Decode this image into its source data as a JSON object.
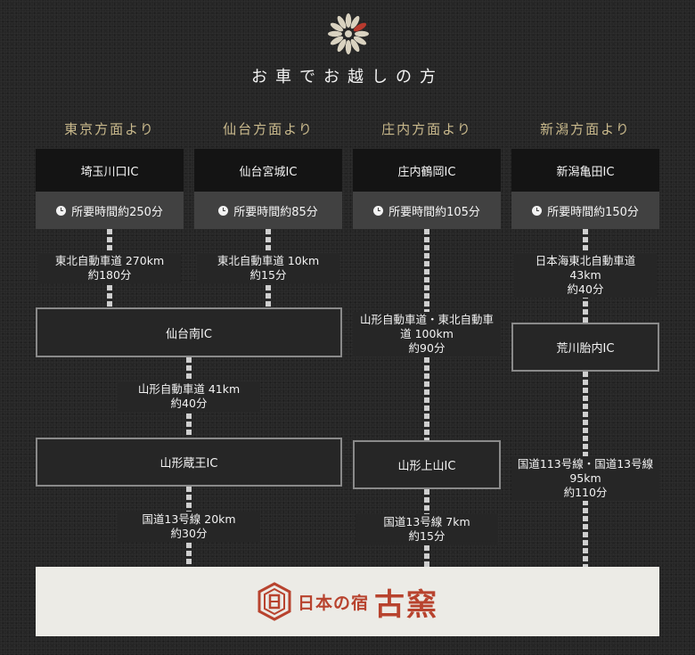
{
  "title": "お車でお越しの方",
  "regions": [
    {
      "label": "東京方面より",
      "ic": "埼玉川口IC",
      "time": "所要時間約250分"
    },
    {
      "label": "仙台方面より",
      "ic": "仙台宮城IC",
      "time": "所要時間約85分"
    },
    {
      "label": "庄内方面より",
      "ic": "庄内鶴岡IC",
      "time": "所要時間約105分"
    },
    {
      "label": "新潟方面より",
      "ic": "新潟亀田IC",
      "time": "所要時間約150分"
    }
  ],
  "junctions": {
    "sendai_minami": "仙台南IC",
    "yamagata_zao": "山形蔵王IC",
    "yamagata_kaminoyama": "山形上山IC",
    "arakawa_tainai": "荒川胎内IC"
  },
  "segments": {
    "tokyo_1": {
      "line1": "東北自動車道 270km",
      "line2": "約180分"
    },
    "sendai_1": {
      "line1": "東北自動車道 10km",
      "line2": "約15分"
    },
    "sm_zao": {
      "line1": "山形自動車道 41km",
      "line2": "約40分"
    },
    "zao_dest": {
      "line1": "国道13号線 20km",
      "line2": "約30分"
    },
    "shonai_1": {
      "line1": "山形自動車道・東北自動車",
      "line2": "道 100km",
      "line3": "約90分"
    },
    "kami_dest": {
      "line1": "国道13号線 7km",
      "line2": "約15分"
    },
    "niigata_1": {
      "line1": "日本海東北自動車道",
      "line2": "43km",
      "line3": "約40分"
    },
    "arakawa_dest": {
      "line1": "国道113号線・国道13号線",
      "line2": "95km",
      "line3": "約110分"
    }
  },
  "destination": {
    "prefix": "日本の宿",
    "name": "古窯"
  },
  "colors": {
    "accent_gold": "#c9b98c",
    "brand_red": "#b8432e"
  }
}
